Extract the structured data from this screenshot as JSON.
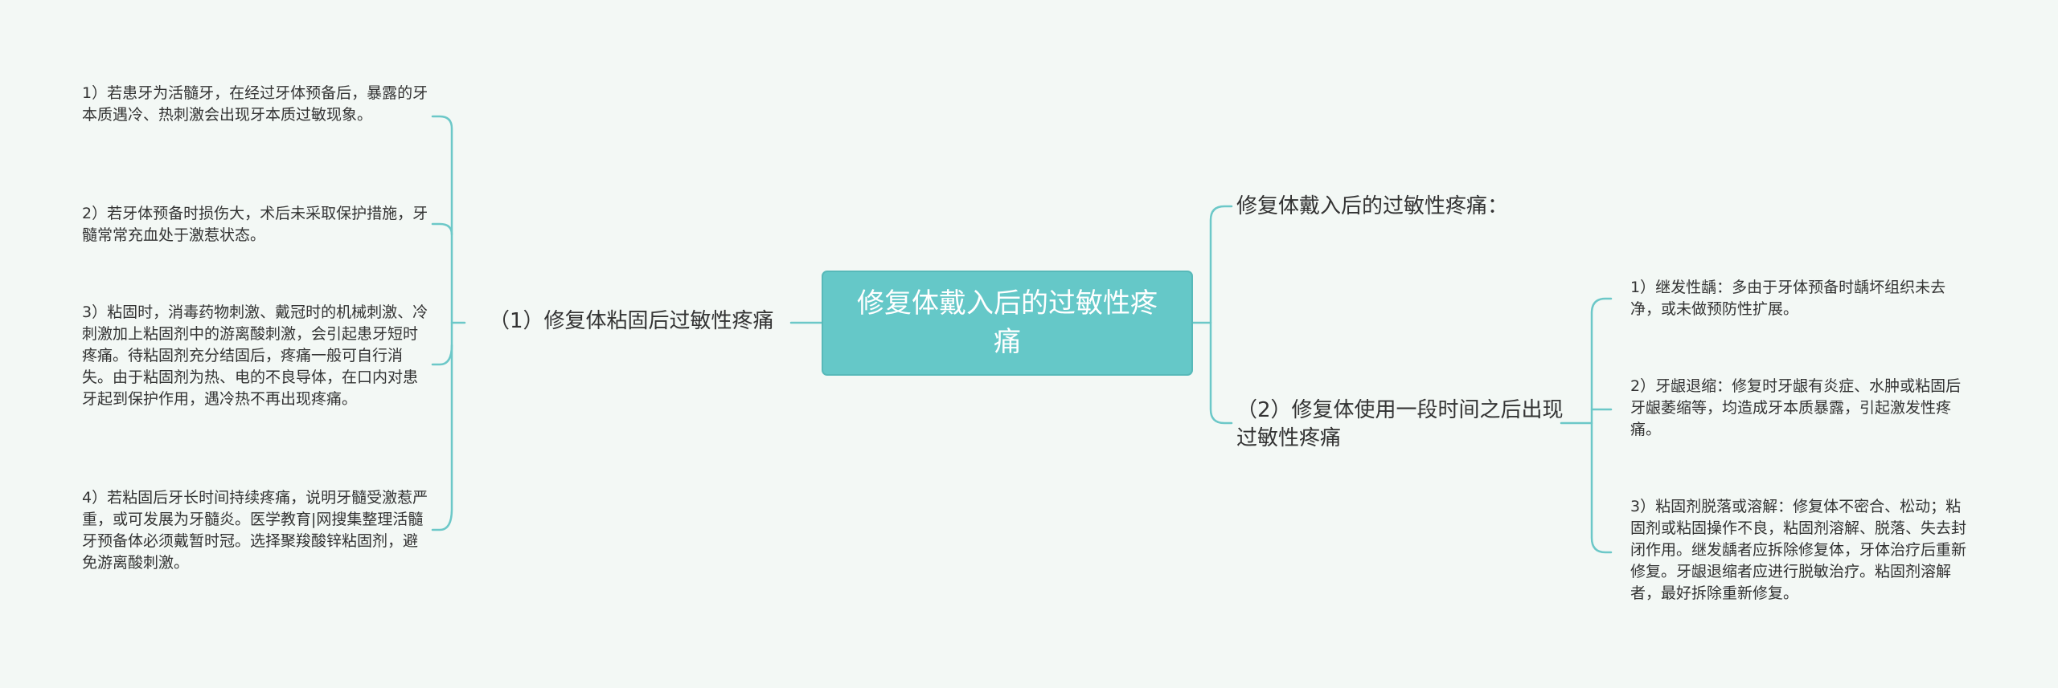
{
  "diagram": {
    "type": "mind-map",
    "colors": {
      "background": "#f3f8f5",
      "root_fill": "#65c8c8",
      "connector": "#6cc8c8",
      "text": "#333333"
    },
    "root": "修复体戴入后的过敏性疼痛",
    "left_branch": {
      "label": "（1）修复体粘固后过敏性疼痛",
      "items": [
        "1）若患牙为活髓牙，在经过牙体预备后，暴露的牙本质遇冷、热刺激会出现牙本质过敏现象。",
        "2）若牙体预备时损伤大，术后未采取保护措施，牙髓常常充血处于激惹状态。",
        "3）粘固时，消毒药物刺激、戴冠时的机械刺激、冷刺激加上粘固剂中的游离酸刺激，会引起患牙短时疼痛。待粘固剂充分结固后，疼痛一般可自行消失。由于粘固剂为热、电的不良导体，在口内对患牙起到保护作用，遇冷热不再出现疼痛。",
        "4）若粘固后牙长时间持续疼痛，说明牙髓受激惹严重，或可发展为牙髓炎。医学教育|网搜集整理活髓牙预备体必须戴暂时冠。选择聚羧酸锌粘固剂，避免游离酸刺激。"
      ]
    },
    "right_top": "修复体戴入后的过敏性疼痛：",
    "right_branch": {
      "label": "（2）修复体使用一段时间之后出现过敏性疼痛",
      "items": [
        "1）继发性龋：多由于牙体预备时龋坏组织未去净，或未做预防性扩展。",
        "2）牙龈退缩：修复时牙龈有炎症、水肿或粘固后牙龈萎缩等，均造成牙本质暴露，引起激发性疼痛。",
        "3）粘固剂脱落或溶解：修复体不密合、松动；粘固剂或粘固操作不良，粘固剂溶解、脱落、失去封闭作用。继发龋者应拆除修复体，牙体治疗后重新修复。牙龈退缩者应进行脱敏治疗。粘固剂溶解者，最好拆除重新修复。"
      ]
    }
  }
}
